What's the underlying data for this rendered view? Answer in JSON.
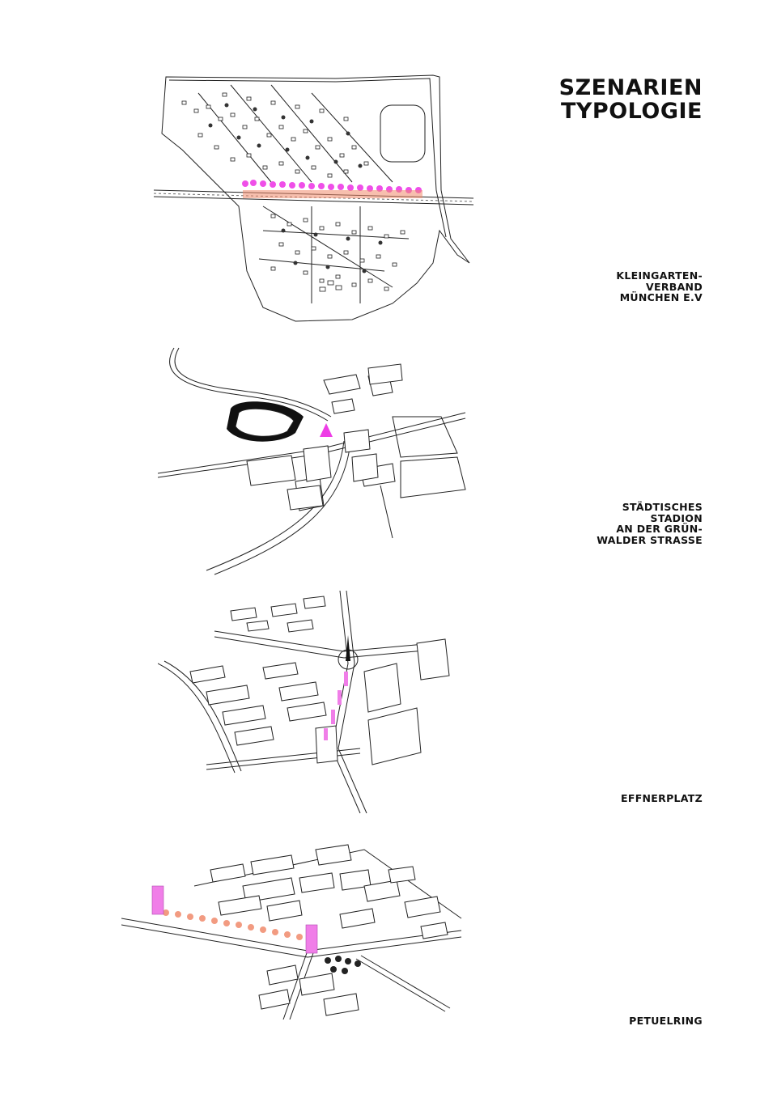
{
  "title": {
    "line1": "SZENARIEN",
    "line2": "TYPOLOGIE"
  },
  "scenarios": [
    {
      "lines": [
        "KLEINGARTEN-",
        "VERBAND",
        "MÜNCHEN E.V"
      ]
    },
    {
      "lines": [
        "STÄDTISCHES",
        "STADION",
        "AN DER GRÜN-",
        "WALDER STRASSE"
      ]
    },
    {
      "lines": [
        "EFFNERPLATZ"
      ]
    },
    {
      "lines": [
        "PETUELRING"
      ]
    }
  ],
  "colors": {
    "accent_magenta": "#ee3de6",
    "accent_salmon": "#f08a6c",
    "accent_pink_tower": "#f07ee8",
    "line": "#222222"
  }
}
